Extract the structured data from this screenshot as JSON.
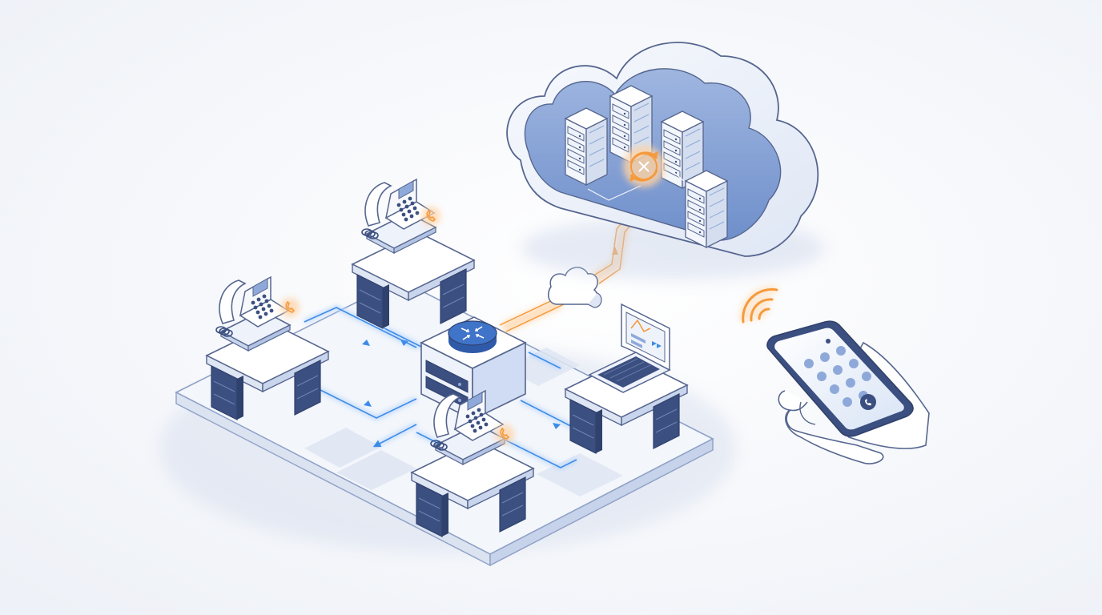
{
  "colors": {
    "background": "#f4f6fa",
    "navy": "#3b4f80",
    "navy_dark": "#2f416d",
    "light_blue": "#cfdcf3",
    "mid_blue": "#8ea9d9",
    "pale": "#eef2fa",
    "white": "#ffffff",
    "outline": "#56668f",
    "link_blue": "#3d8be8",
    "link_glow": "#b9d6fb",
    "orange": "#f59a3c",
    "orange_glow": "#ffd3a4",
    "router_blue": "#3f74c9"
  },
  "nodes": {
    "desk_phones": [
      {
        "name": "desk-phone-top",
        "icon": "desk-phone-icon",
        "badge_icon": "ringing-handset-icon"
      },
      {
        "name": "desk-phone-left",
        "icon": "desk-phone-icon",
        "badge_icon": "ringing-handset-icon"
      },
      {
        "name": "desk-phone-bottom",
        "icon": "desk-phone-icon",
        "badge_icon": "ringing-handset-icon"
      }
    ],
    "laptop_desk": {
      "name": "laptop-workstation",
      "icon": "laptop-icon"
    },
    "router": {
      "name": "office-router",
      "icon": "router-icon"
    },
    "cloud_pbx": {
      "name": "cloud-server-cluster",
      "icon": "server-rack-icon",
      "sync_icon": "sync-arrows-icon"
    },
    "small_cloud": {
      "name": "internet-cloud",
      "icon": "cloud-icon"
    },
    "mobile": {
      "name": "smartphone-softphone",
      "icon": "smartphone-icon",
      "signal_icon": "wifi-signal-icon",
      "call_icon": "call-button-icon"
    }
  },
  "links": {
    "lan_style": "blue",
    "uplink_style": "orange"
  }
}
